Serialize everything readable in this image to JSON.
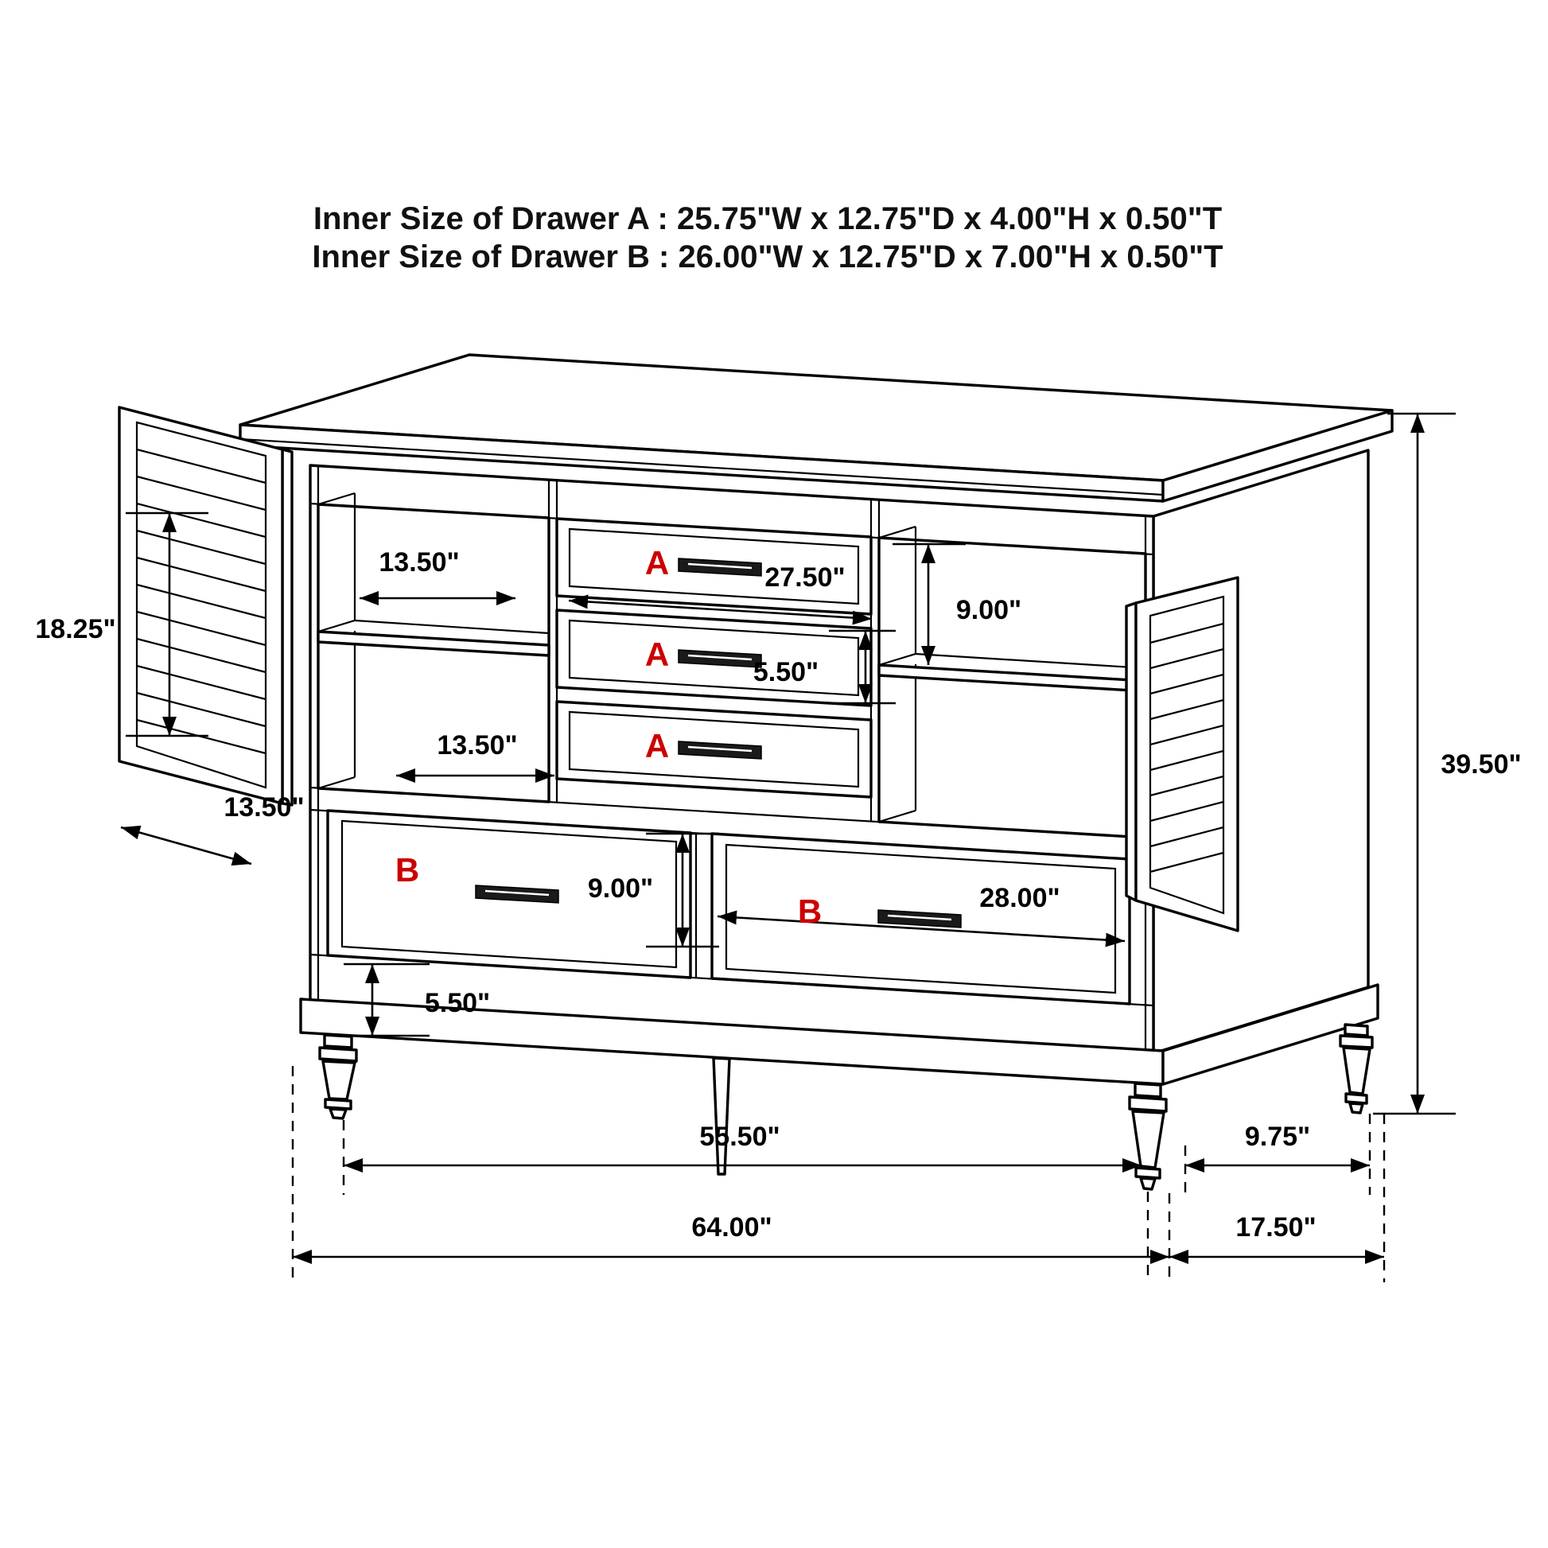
{
  "title": {
    "line1": "Inner Size of Drawer A : 25.75\"W x 12.75\"D x 4.00\"H x 0.50\"T",
    "line2": "Inner Size of Drawer B : 26.00\"W x 12.75\"D x 7.00\"H x 0.50\"T"
  },
  "labels": {
    "drawer_a": "A",
    "drawer_b": "B"
  },
  "dimensions": {
    "door_height": "18.25\"",
    "upper_shelf_depth": "13.50\"",
    "drawer_a_width": "27.50\"",
    "right_compartment_height": "9.00\"",
    "drawer_a_height": "5.50\"",
    "lower_shelf_depth": "13.50\"",
    "door_width": "13.50\"",
    "drawer_b_height": "9.00\"",
    "drawer_b_width": "28.00\"",
    "base_height": "5.50\"",
    "front_leg_span": "55.50\"",
    "side_leg_span": "9.75\"",
    "overall_width": "64.00\"",
    "overall_depth": "17.50\"",
    "overall_height": "39.50\""
  },
  "colors": {
    "line": "#000000",
    "accent": "#cc0000",
    "background": "#ffffff"
  }
}
